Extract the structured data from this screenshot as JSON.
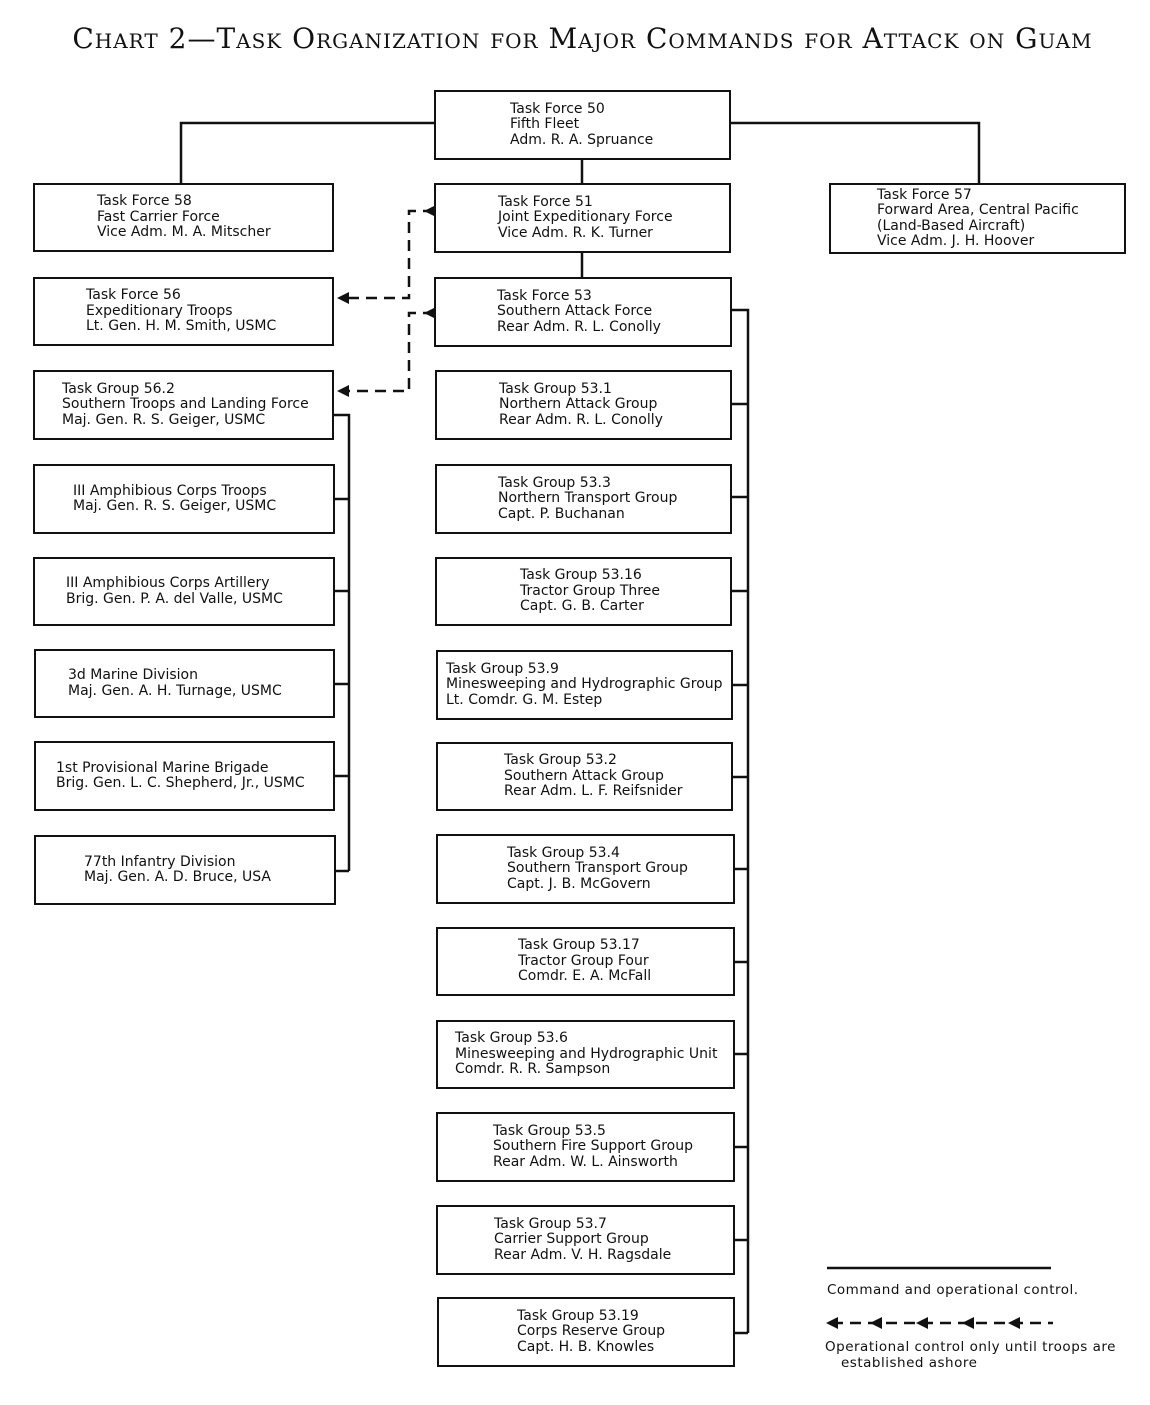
{
  "title": "Chart 2—Task Organization for Major Commands for Attack on Guam",
  "boxes": {
    "tf50": [
      "Task Force 50",
      "Fifth Fleet",
      "Adm. R. A. Spruance"
    ],
    "tf58": [
      "Task Force 58",
      "Fast Carrier Force",
      "Vice Adm. M. A. Mitscher"
    ],
    "tf51": [
      "Task Force 51",
      "Joint Expeditionary Force",
      "Vice Adm. R. K. Turner"
    ],
    "tf57": [
      "Task Force 57",
      "Forward Area, Central Pacific",
      "(Land-Based Aircraft)",
      "Vice Adm. J. H. Hoover"
    ],
    "tf56": [
      "Task Force 56",
      "Expeditionary Troops",
      "Lt. Gen. H. M. Smith, USMC"
    ],
    "tf53": [
      "Task Force 53",
      "Southern Attack Force",
      "Rear Adm. R. L. Conolly"
    ],
    "tg562": [
      "Task Group 56.2",
      "Southern Troops and Landing Force",
      "Maj. Gen. R. S. Geiger, USMC"
    ],
    "iiiact": [
      "III Amphibious Corps Troops",
      "Maj. Gen. R. S. Geiger, USMC"
    ],
    "iiiaca": [
      "III Amphibious Corps Artillery",
      "Brig. Gen. P. A. del Valle, USMC"
    ],
    "mardiv3": [
      "3d Marine Division",
      "Maj. Gen. A. H. Turnage, USMC"
    ],
    "brig1": [
      "1st Provisional Marine Brigade",
      "Brig. Gen. L. C. Shepherd, Jr., USMC"
    ],
    "inf77": [
      "77th Infantry Division",
      "Maj. Gen. A. D. Bruce, USA"
    ],
    "tg531": [
      "Task Group 53.1",
      "Northern Attack Group",
      "Rear Adm. R. L. Conolly"
    ],
    "tg533": [
      "Task Group 53.3",
      "Northern Transport Group",
      "Capt. P. Buchanan"
    ],
    "tg5316": [
      "Task Group 53.16",
      "Tractor Group Three",
      "Capt. G. B. Carter"
    ],
    "tg539": [
      "Task Group 53.9",
      "Minesweeping and Hydrographic Group",
      "Lt. Comdr. G. M. Estep"
    ],
    "tg532": [
      "Task Group 53.2",
      "Southern Attack Group",
      "Rear Adm. L. F. Reifsnider"
    ],
    "tg534": [
      "Task Group 53.4",
      "Southern Transport Group",
      "Capt. J. B. McGovern"
    ],
    "tg5317": [
      "Task Group 53.17",
      "Tractor Group Four",
      "Comdr. E. A. McFall"
    ],
    "tg536": [
      "Task Group 53.6",
      "Minesweeping and Hydrographic Unit",
      "Comdr. R. R. Sampson"
    ],
    "tg535": [
      "Task Group 53.5",
      "Southern Fire Support Group",
      "Rear Adm. W. L. Ainsworth"
    ],
    "tg537": [
      "Task Group 53.7",
      "Carrier Support Group",
      "Rear Adm. V. H. Ragsdale"
    ],
    "tg5319": [
      "Task Group 53.19",
      "Corps Reserve Group",
      "Capt. H. B. Knowles"
    ]
  },
  "legend": {
    "solid": "Command and operational control.",
    "dashed_line1": "Operational control only until troops are",
    "dashed_line2": "established ashore"
  },
  "colors": {
    "ink": "#111111",
    "paper": "#ffffff"
  }
}
